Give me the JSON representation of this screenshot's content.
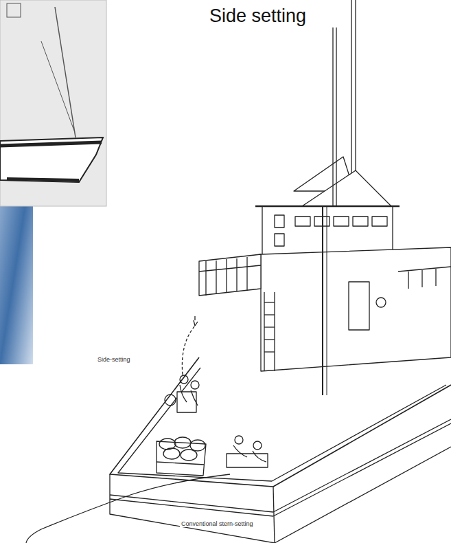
{
  "diagram": {
    "title": "Side setting",
    "labels": [
      "Side-setting",
      "Conventional stern-setting"
    ]
  }
}
